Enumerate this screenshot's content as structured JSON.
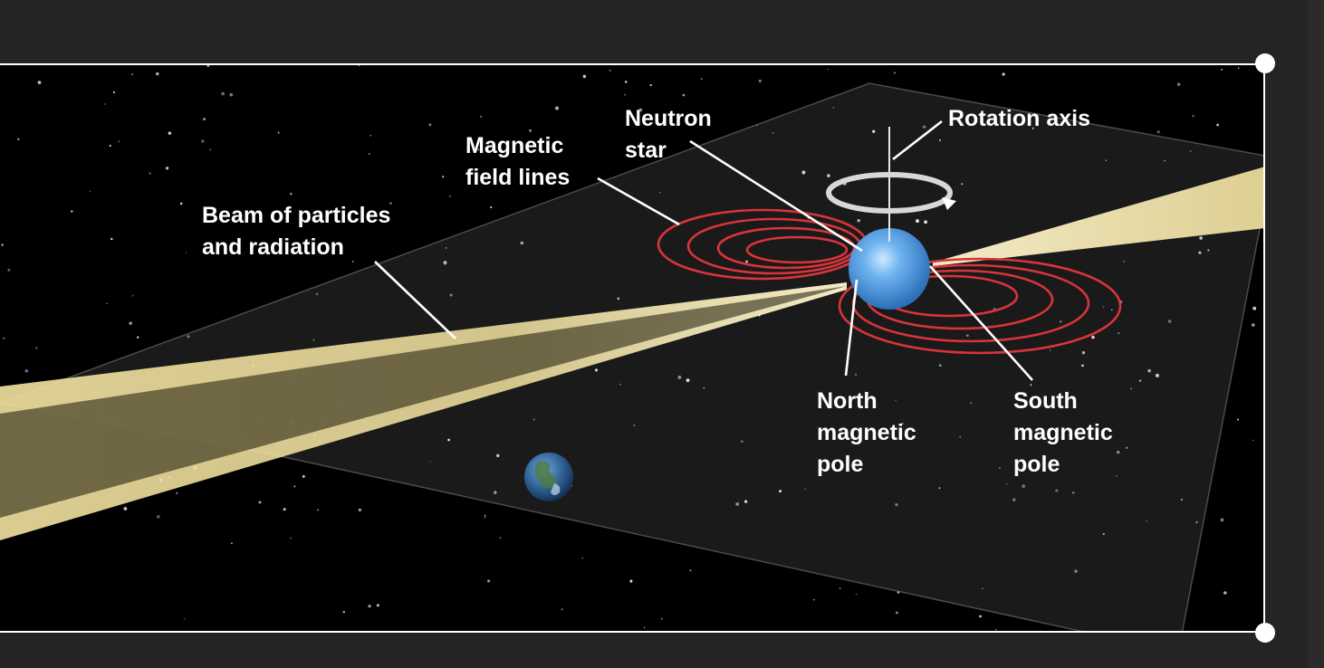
{
  "diagram": {
    "labels": {
      "rotation_axis": "Rotation axis",
      "neutron_star_line1": "Neutron",
      "neutron_star_line2": "star",
      "magnetic_field_line1": "Magnetic",
      "magnetic_field_line2": "field lines",
      "beam_line1": "Beam of particles",
      "beam_line2": "and radiation",
      "north_line1": "North",
      "north_line2": "magnetic",
      "north_line3": "pole",
      "south_line1": "South",
      "south_line2": "magnetic",
      "south_line3": "pole"
    },
    "icons": {
      "neutron_star": "neutron-star-sphere",
      "earth": "earth-globe",
      "rotation": "rotation-arrow"
    },
    "colors": {
      "background": "#242424",
      "space": "#000000",
      "beam": "#f3e3a0",
      "field_lines": "#d8343a",
      "star": "#4a9fe0",
      "label": "#ffffff"
    }
  }
}
